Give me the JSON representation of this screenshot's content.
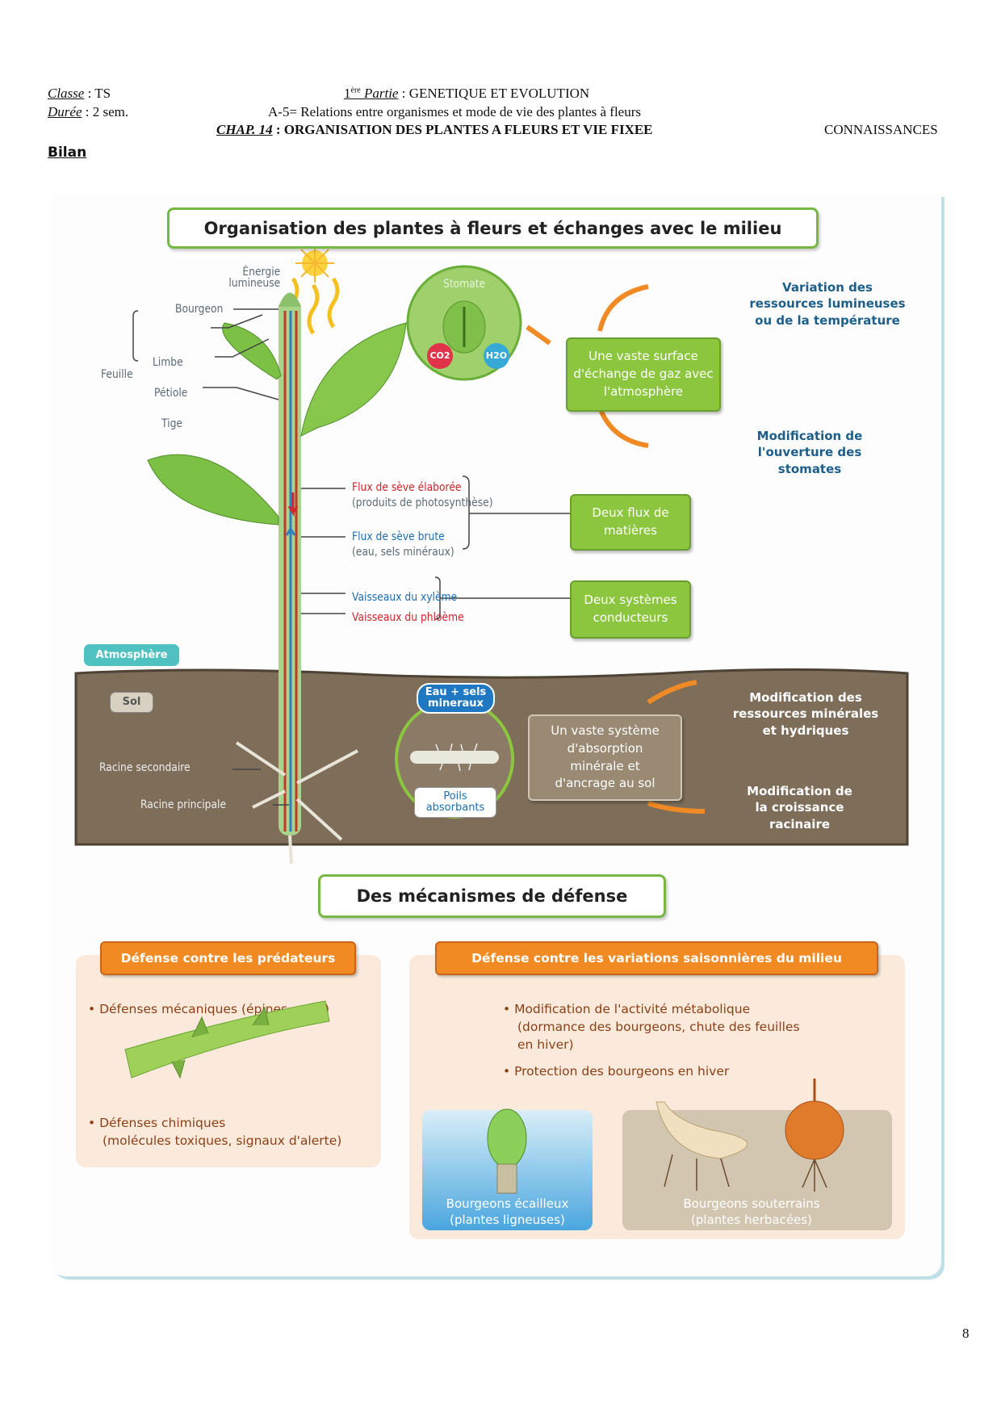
{
  "header": {
    "classe_label": "Classe",
    "classe_value": " : TS",
    "duree_label": "Durée",
    "duree_value": " : 2 sem.",
    "partie_num": "1",
    "partie_sup": "ère",
    "partie_label": "Partie",
    "partie_value": " : GENETIQUE ET EVOLUTION",
    "subtitle": "A-5= Relations entre organismes et mode de vie des plantes à fleurs",
    "chap_label": "CHAP. 14",
    "chap_value": " : ORGANISATION DES PLANTES A FLEURS ET VIE FIXEE",
    "category": "CONNAISSANCES",
    "section": "Bilan"
  },
  "figure": {
    "title": "Organisation des plantes à fleurs et échanges avec le milieu",
    "plant_labels": {
      "energie": "Énergie lumineuse",
      "bourgeon": "Bourgeon",
      "feuille": "Feuille",
      "limbe": "Limbe",
      "petiole": "Pétiole",
      "tige": "Tige",
      "stomate": "Stomate",
      "co2": "CO2",
      "h2o": "H2O",
      "flux_elaboree": "Flux de sève élaborée",
      "flux_elaboree_detail": "(produits de photosynthèse)",
      "flux_brute": "Flux de sève brute",
      "flux_brute_detail": "(eau, sels minéraux)",
      "xyleme": "Vaisseaux du xylème",
      "phloeme": "Vaisseaux du phloème",
      "atmosphere": "Atmosphère",
      "sol": "Sol",
      "racine_secondaire": "Racine secondaire",
      "racine_principale": "Racine principale",
      "eau_sels": "Eau + sels mineraux",
      "poils": "Poils absorbants"
    },
    "boxes": {
      "surface": "Une vaste surface d'échange de gaz avec l'atmosphère",
      "flux": "Deux flux de matières",
      "systemes": "Deux systèmes conducteurs",
      "absorption": "Un vaste système d'absorption minérale et d'ancrage au sol"
    },
    "variations": {
      "lumiere": "Variation des ressources lumineuses ou de la température",
      "stomates": "Modification de l'ouverture des stomates",
      "mineral": "Modification des ressources minérales et hydriques",
      "racinaire": "Modification de la croissance racinaire"
    },
    "defense": {
      "title": "Des mécanismes de défense",
      "predateurs": {
        "header": "Défense contre les prédateurs",
        "items": [
          "Défenses mécaniques (épines, poils)",
          "Défenses chimiques",
          "(molécules toxiques, signaux d'alerte)"
        ]
      },
      "saisons": {
        "header": "Défense contre les variations saisonnières du milieu",
        "items": [
          "Modification de l'activité métabolique",
          "(dormance des bourgeons, chute des feuilles",
          "en hiver)",
          "Protection des bourgeons en hiver"
        ],
        "ecailleux": "Bourgeons écailleux",
        "ecailleux_detail": "(plantes ligneuses)",
        "souterrains": "Bourgeons souterrains",
        "souterrains_detail": "(plantes herbacées)"
      }
    }
  },
  "page_number": "8"
}
